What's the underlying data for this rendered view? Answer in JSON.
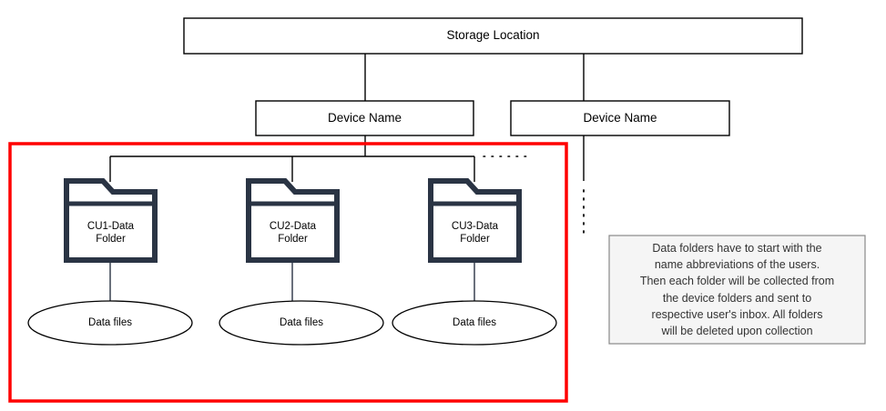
{
  "diagram": {
    "title_node": {
      "label": "Storage Location"
    },
    "devices": [
      {
        "label": "Device Name"
      },
      {
        "label": "Device Name"
      }
    ],
    "folders": [
      {
        "label": "CU1-Data\nFolder",
        "line1": "CU1-Data",
        "line2": "Folder"
      },
      {
        "label": "CU2-Data\nFolder",
        "line1": "CU2-Data",
        "line2": "Folder"
      },
      {
        "label": "CU3-Data\nFolder",
        "line1": "CU3-Data",
        "line2": "Folder"
      }
    ],
    "data_files": [
      {
        "label": "Data files"
      },
      {
        "label": "Data files"
      },
      {
        "label": "Data files"
      }
    ],
    "note": {
      "text": "Data folders have to start with the name abbreviations of the users. Then each folder will be collected from the device folders and sent to respective user's inbox. All folders will be deleted upon collection",
      "lines": [
        "Data folders have to start with the",
        "name abbreviations of the users.",
        "Then each folder will be collected from",
        "the device folders and sent to",
        "respective user's inbox. All folders",
        "will be deleted upon collection"
      ]
    },
    "colors": {
      "highlight_border": "#FF0000",
      "folder_stroke": "#2A3444",
      "box_stroke": "#000000",
      "note_fill": "#F5F5F5",
      "note_stroke": "#888888",
      "text": "#000000"
    }
  }
}
